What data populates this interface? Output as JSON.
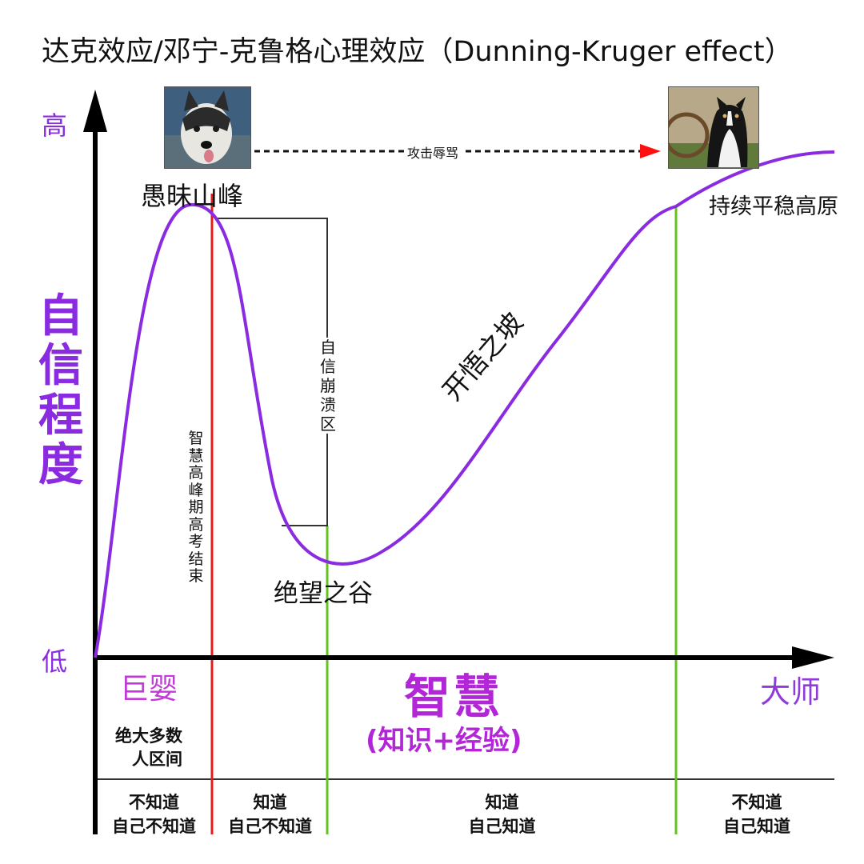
{
  "title": "达克效应/邓宁-克鲁格心理效应（Dunning-Kruger effect）",
  "y_axis": {
    "high": "高",
    "low": "低",
    "label": "自信程度"
  },
  "x_axis": {
    "start": "巨婴",
    "end": "大师",
    "label": "智慧",
    "sublabel": "(知识+经验)"
  },
  "curve_labels": {
    "peak": "愚昧山峰",
    "valley": "绝望之谷",
    "slope": "开悟之坡",
    "plateau": "持续平稳高原",
    "collapse": "自信崩溃区",
    "peak_period": "智慧高峰期高考结束",
    "insult": "攻击辱骂"
  },
  "majority": "绝大多数\n人区间",
  "zones": [
    "不知道\n自己不知道",
    "知道\n自己不知道",
    "知道\n自己知道",
    "不知道\n自己知道"
  ],
  "images": {
    "left": "husky-dog-photo",
    "right": "border-collie-photo"
  },
  "colors": {
    "curve": "#8a2be2",
    "red_line": "#e31b1b",
    "green_line": "#62c21e",
    "accent": "#b226d8"
  }
}
